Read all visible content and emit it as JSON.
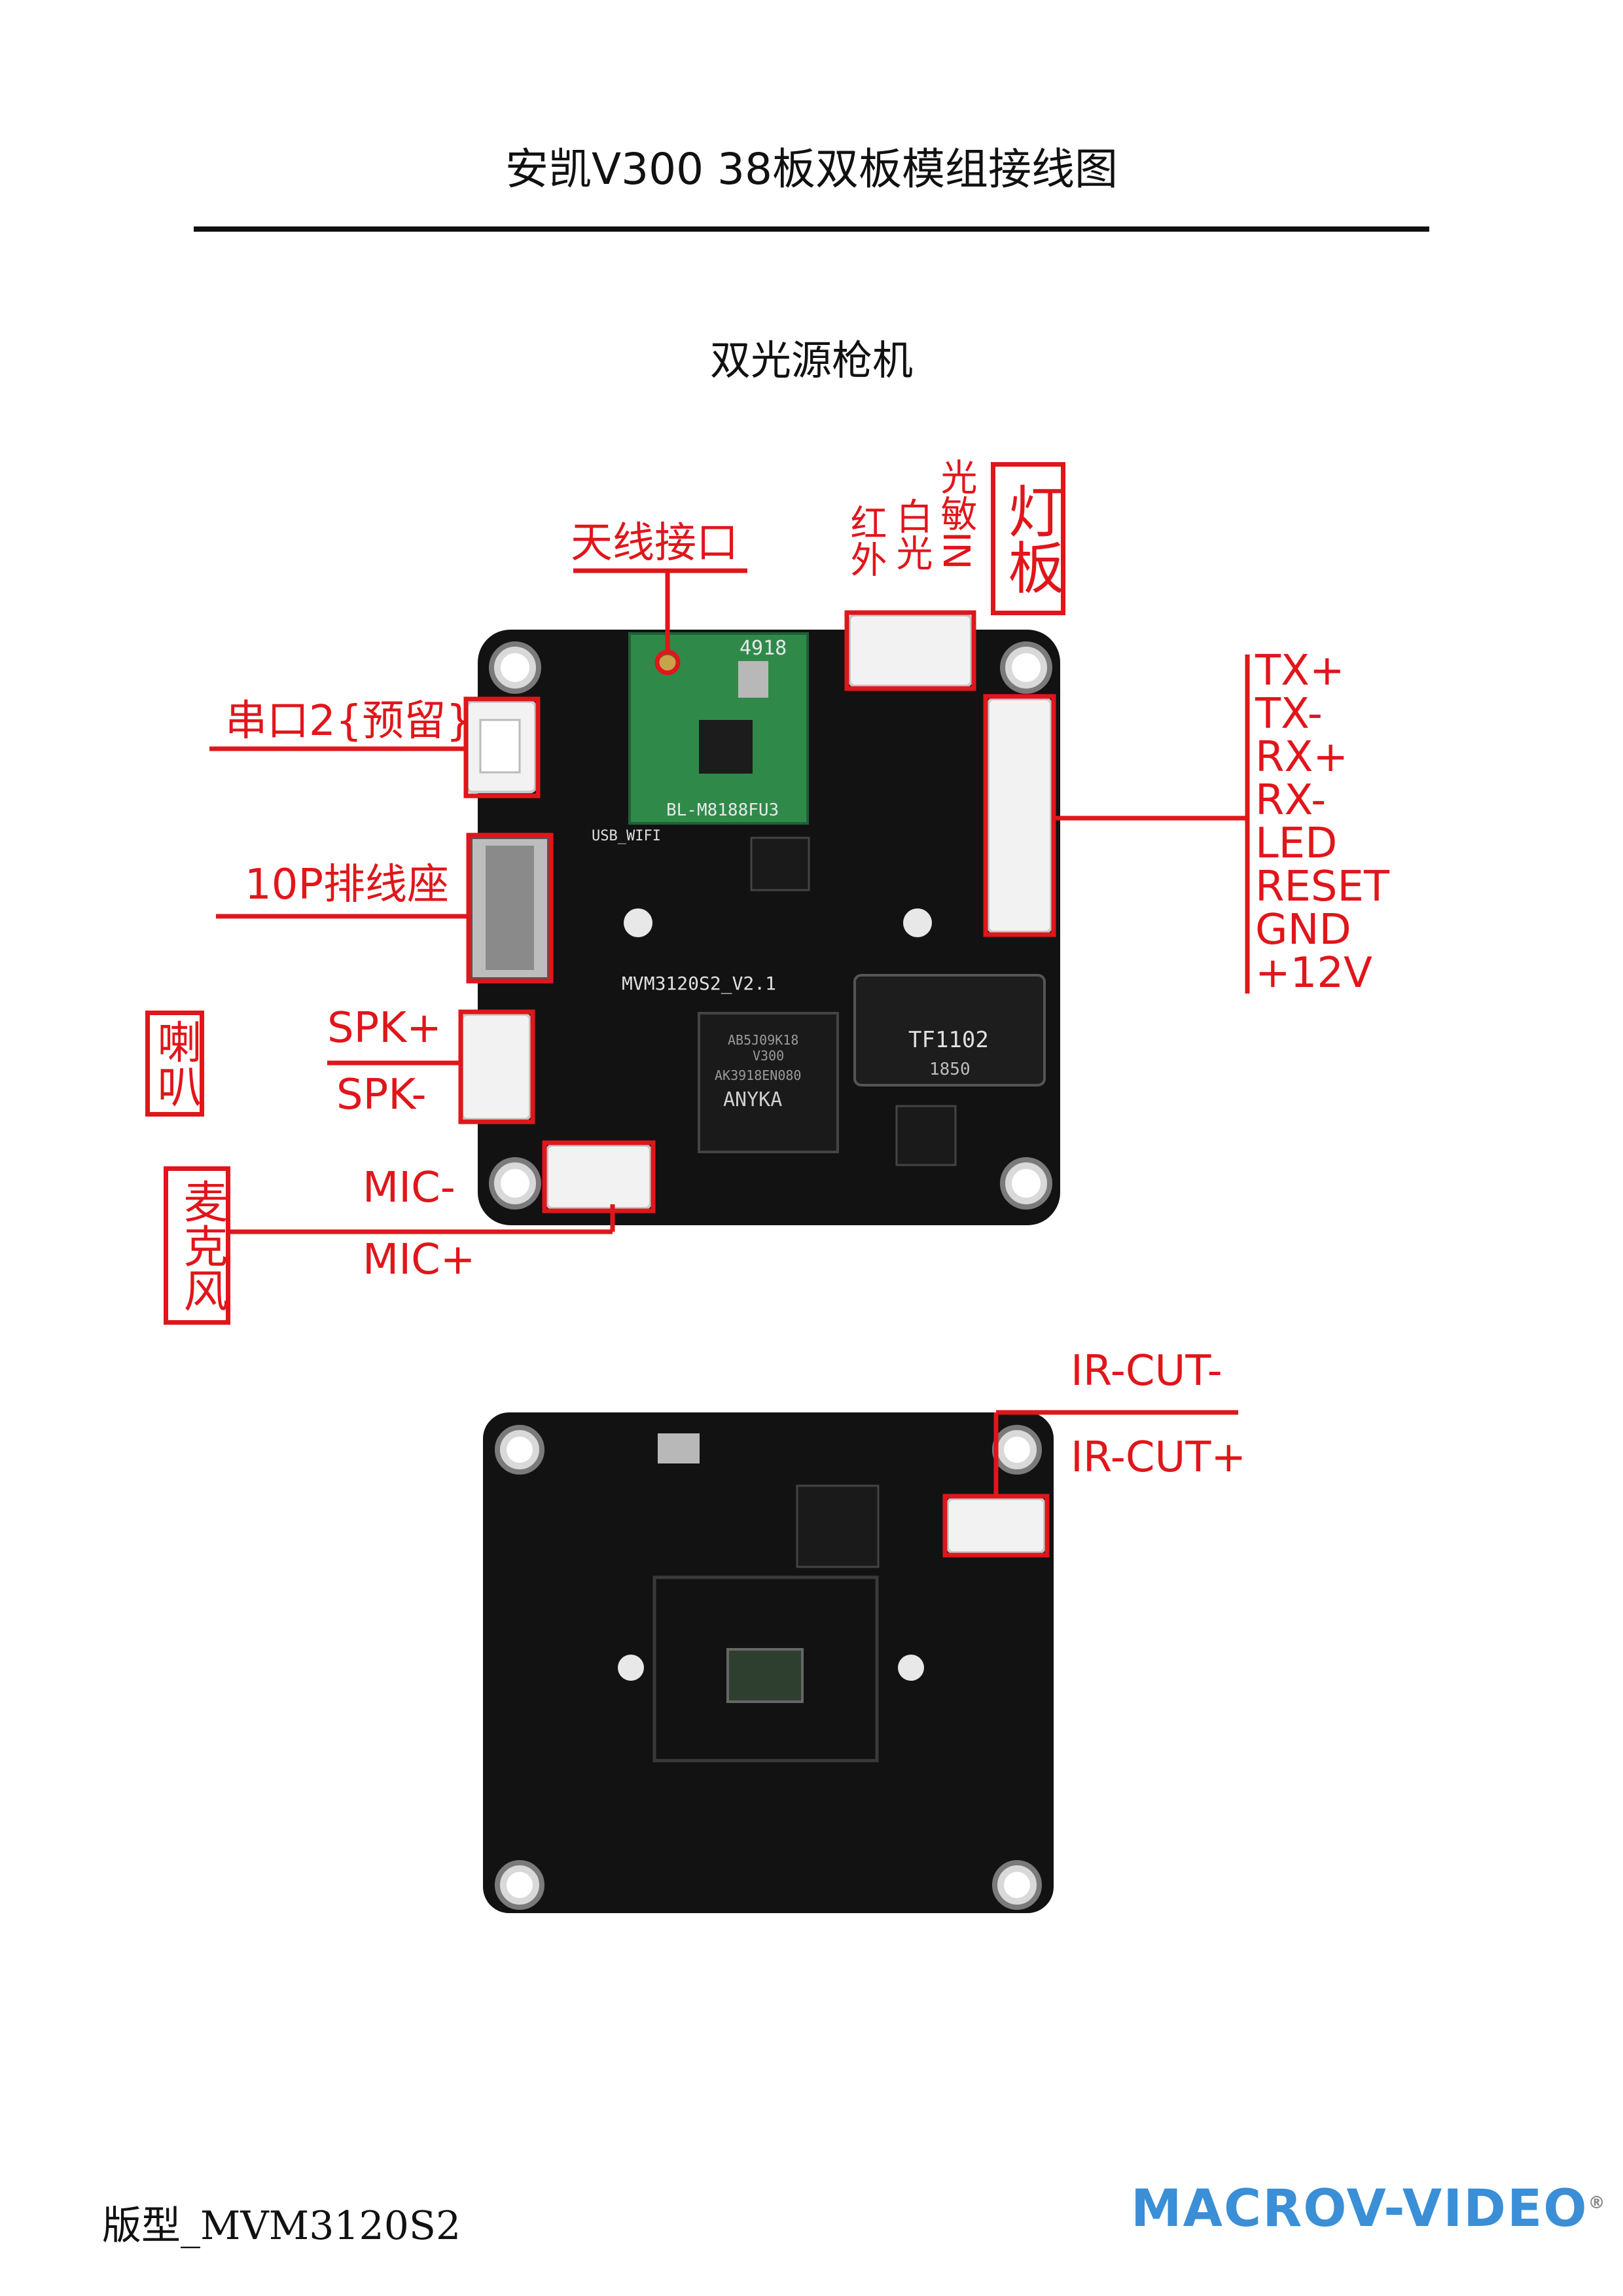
{
  "document": {
    "title": "安凯V300 38板双板模组接线图",
    "subtitle": "双光源枪机",
    "footer_model": "版型_MVM3120S2",
    "logo_text": "MACROV-VIDEO",
    "logo_mark": "®"
  },
  "top_board": {
    "labels": {
      "antenna": "天线接口",
      "uart2": "串口2{预留}",
      "ffc": "10P排线座",
      "speaker_group": "喇叭",
      "spk_plus": "SPK+",
      "spk_minus": "SPK-",
      "mic_group": "麦克风",
      "mic_minus": "MIC-",
      "mic_plus": "MIC+",
      "light_board": "灯板",
      "light_pins_1": "红外",
      "light_pins_2": "白光",
      "light_pins_3": "光敏IN"
    },
    "right_pins": [
      "TX+",
      "TX-",
      "RX+",
      "RX-",
      "LED",
      "RESET",
      "GND",
      "+12V"
    ],
    "silkscreen": {
      "wifi_module": "BL-M8188FU3",
      "board_name": "MVM3120S2_V2.1",
      "chip_brand": "ANYKA",
      "chip_line1": "AK3918EN080",
      "chip_line2": "V300",
      "chip_line3": "AB5J09K18",
      "transformer": "TF1102",
      "transformer_code": "1850",
      "usb_wifi": "USB_WIFI",
      "wifi_marking": "4918"
    }
  },
  "bottom_board": {
    "labels": {
      "ircut_minus": "IR-CUT-",
      "ircut_plus": "IR-CUT+"
    }
  },
  "colors": {
    "annotation": "#e0161b",
    "pcb": "#111111",
    "wifi_pcb": "#2f8a4a",
    "logo": "#3a8fd6"
  }
}
